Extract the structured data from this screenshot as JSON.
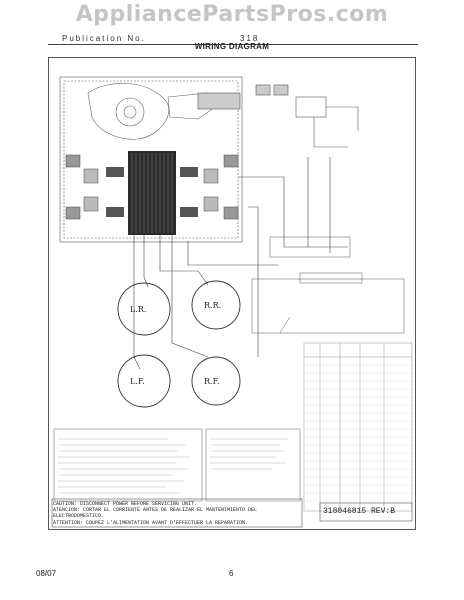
{
  "watermark": "AppliancePartsPros.com",
  "header": {
    "left": "Publication No.",
    "right": "318"
  },
  "title": "WIRING DIAGRAM",
  "burners": {
    "lr": "L.R.",
    "rr": "R.R.",
    "lf": "L.F.",
    "rf": "R.F."
  },
  "caution": {
    "line1": "CAUTION: DISCONNECT POWER BEFORE SERVICING UNIT.",
    "line2": "ATENCION: CORTAR EL CORRIENTE ANTES DE REALIZAR EL MANTENIMIENTO DEL ELECTRODOMESTICO.",
    "line3": "ATTENTION: COUPEZ L'ALIMENTATION AVANT D'EFFECTUER LA REPARATION."
  },
  "part_number": "318046815 REV:B",
  "footer": {
    "date": "08/07",
    "page": "6"
  }
}
